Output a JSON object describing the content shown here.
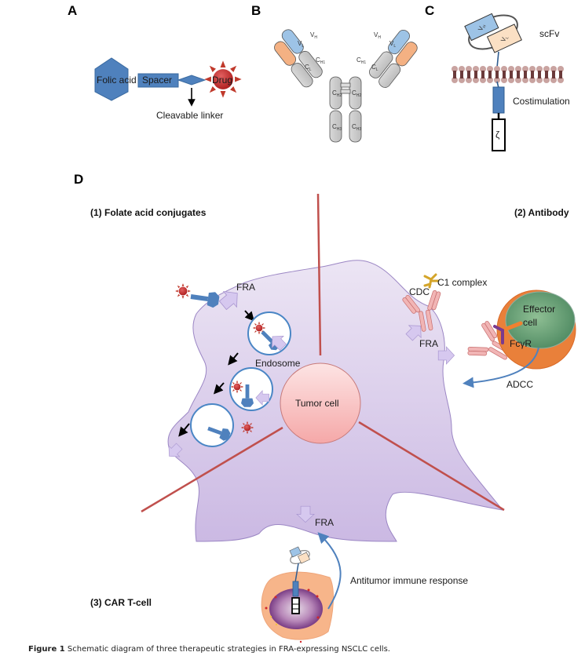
{
  "panels": {
    "A": {
      "label": "A",
      "folic_acid": "Folic acid",
      "spacer": "Spacer",
      "drug": "Drug",
      "linker": "Cleavable linker"
    },
    "B": {
      "label": "B",
      "domains": {
        "vl": "V",
        "vl_sub": "L",
        "vh": "V",
        "vh_sub": "H",
        "cl": "C",
        "cl_sub": "L",
        "ch1": "C",
        "ch1_sub": "H1",
        "ch2": "C",
        "ch2_sub": "H2",
        "ch3": "C",
        "ch3_sub": "H3"
      }
    },
    "C": {
      "label": "C",
      "vh": "V",
      "vh_sub": "H",
      "vl": "V",
      "vl_sub": "L",
      "scfv": "scFv",
      "costim": "Costimulation",
      "zeta": "ζ"
    },
    "D": {
      "label": "D",
      "strategy1": "(1) Folate acid conjugates",
      "strategy2": "(2) Antibody",
      "strategy3": "(3) CAR T-cell",
      "fra": "FRA",
      "endosome": "Endosome",
      "tumor_cell": "Tumor cell",
      "cdc": "CDC",
      "c1_complex": "C1 complex",
      "effector_cell": [
        "Effector",
        "cell"
      ],
      "fcgr": "FcγR",
      "adcc": "ADCC",
      "antitumor": "Antitumor immune response"
    }
  },
  "caption": {
    "prefix": "Figure 1",
    "text": "Schematic diagram of three therapeutic strategies in FRA-expressing NSCLC cells."
  },
  "colors": {
    "molecule_blue": "#4f81bd",
    "drug_red": "#c0392b",
    "cell_purple": "#d9cdea",
    "divider_red": "#c0504d",
    "vh_blue": "#9dc3e6",
    "vl_orange": "#f4b183",
    "effector_green": "#5f9a70",
    "effector_orange": "#e9803a"
  }
}
